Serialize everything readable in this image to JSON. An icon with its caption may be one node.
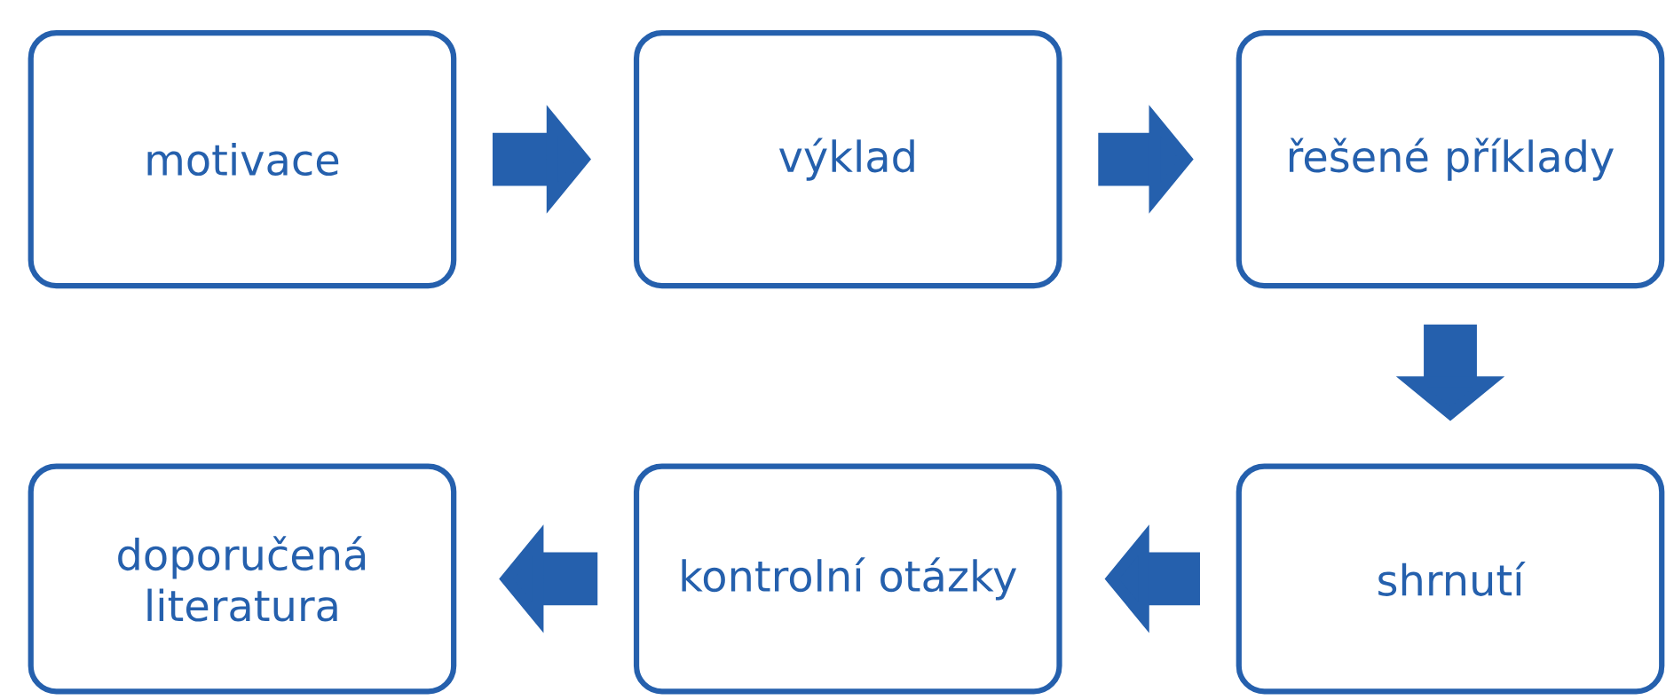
{
  "diagram": {
    "nodes": [
      {
        "text": [
          "motivace"
        ]
      },
      {
        "text": [
          "výklad"
        ]
      },
      {
        "text": [
          "řešené příklady"
        ]
      },
      {
        "text": [
          "doporučená literatura"
        ]
      },
      {
        "text": [
          "kontrolní otázky"
        ]
      },
      {
        "text": [
          "shrnutí"
        ]
      }
    ],
    "edges": [
      {
        "from": 0,
        "to": 1,
        "arrow": "to"
      },
      {
        "from": 1,
        "to": 2,
        "arrow": "to"
      },
      {
        "from": 2,
        "to": 5,
        "arrow": "to"
      },
      {
        "from": 5,
        "to": 4,
        "arrow": "to"
      },
      {
        "from": 4,
        "to": 3,
        "arrow": "to"
      }
    ]
  }
}
